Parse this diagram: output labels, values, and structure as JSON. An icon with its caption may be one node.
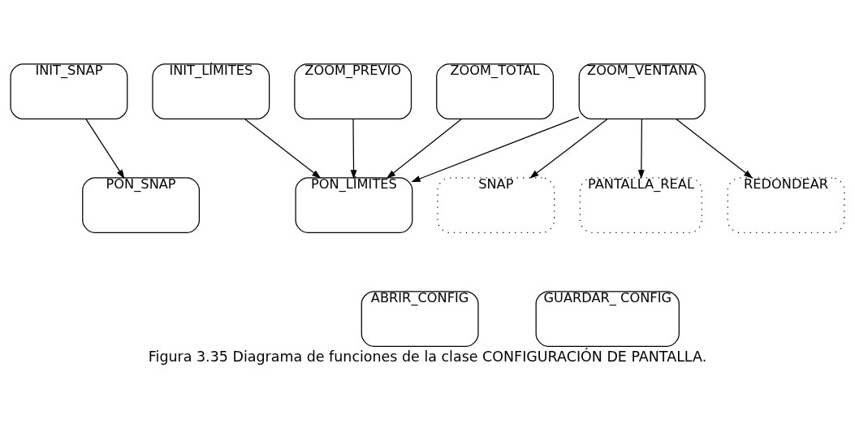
{
  "diagram": {
    "caption": "Figura 3.35 Diagrama de funciones de la clase CONFIGURACIÓN DE PANTALLA.",
    "nodes": [
      {
        "text": [
          "INIT_SNAP"
        ]
      },
      {
        "text": [
          "INIT_LÍMITES"
        ]
      },
      {
        "text": [
          "ZOOM_PREVIO"
        ]
      },
      {
        "text": [
          "ZOOM_TOTAL"
        ]
      },
      {
        "text": [
          "ZOOM_VENTANA"
        ]
      },
      {
        "text": [
          "PON_SNAP"
        ]
      },
      {
        "text": [
          "PON_LÍMITES"
        ]
      },
      {
        "text": [
          "SNAP"
        ]
      },
      {
        "text": [
          "PANTALLA_REAL"
        ]
      },
      {
        "text": [
          "REDONDEAR"
        ]
      },
      {
        "text": [
          "ABRIR_CONFIG"
        ]
      },
      {
        "text": [
          "GUARDAR_ CONFIG"
        ]
      }
    ],
    "edges": [
      {
        "from": 0,
        "to": 5,
        "arrow": "to"
      },
      {
        "from": 1,
        "to": 6,
        "arrow": "to"
      },
      {
        "from": 2,
        "to": 6,
        "arrow": "to"
      },
      {
        "from": 3,
        "to": 6,
        "arrow": "to"
      },
      {
        "from": 4,
        "to": 6,
        "arrow": "to"
      },
      {
        "from": 4,
        "to": 7,
        "arrow": "to"
      },
      {
        "from": 4,
        "to": 8,
        "arrow": "to"
      },
      {
        "from": 4,
        "to": 9,
        "arrow": "to"
      }
    ]
  }
}
